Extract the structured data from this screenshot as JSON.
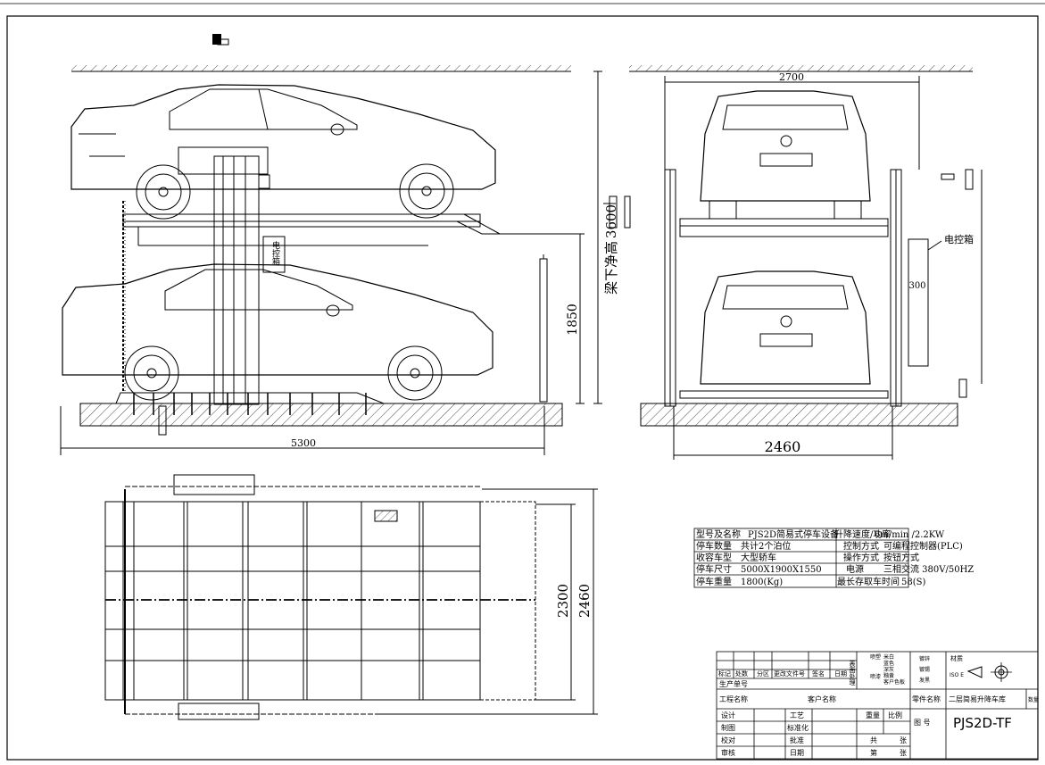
{
  "dimensions": {
    "side_length": "5300",
    "total_height": "3600",
    "beam_clearance_label": "梁下净高",
    "lower_height": "1850",
    "front_width_top": "2700",
    "front_width_bottom": "2460",
    "front_offset": "300",
    "plan_width_inner": "2300",
    "plan_width_outer": "2460"
  },
  "labels": {
    "control_box_side": "电控箱",
    "control_box_front": "电控箱"
  },
  "spec_table": [
    {
      "left": "型号及名称",
      "left_val": "PJS2D简易式停车设备",
      "right": "升降速度/功率",
      "right_val": "6m/min /2.2KW"
    },
    {
      "left": "停车数量",
      "left_val": "共计2个泊位",
      "right": "控制方式",
      "right_val": "可编程控制器(PLC)"
    },
    {
      "left": "收容车型",
      "left_val": "大型轿车",
      "right": "操作方式",
      "right_val": "按钮方式"
    },
    {
      "left": "停车尺寸",
      "left_val": "5000X1900X1550",
      "right": "电源",
      "right_val": "三相交流   380V/50HZ"
    },
    {
      "left": "停车重量",
      "left_val": "1800(Kg)",
      "right": "最长存取车时间",
      "right_val": "58(S)"
    }
  ],
  "title_block": {
    "rev_headers": [
      "标记",
      "处数",
      "分区",
      "更改文件号",
      "签名",
      "日期"
    ],
    "production_no": "生产单号",
    "project_name": "工程名称",
    "customer_name": "客户名称",
    "part_name_label": "零件名称",
    "part_name": "二层简易升降车库",
    "qty_label": "数量",
    "drawing_no_label": "图  号",
    "drawing_no": "PJS2D-TF",
    "weight": "重量",
    "scale": "比例",
    "design": "设计",
    "draw": "制图",
    "check": "校对",
    "review": "审核",
    "process": "工艺",
    "standard": "标准化",
    "approve": "批准",
    "date": "日期",
    "total": "共",
    "sheet": "张",
    "page": "第",
    "page_sheet": "张",
    "surface_label": "表面处理",
    "surface_opts1": [
      "喷塑",
      "喷漆"
    ],
    "colors": [
      "米白",
      "蓝色",
      "深灰",
      "釉黄",
      "客户色板"
    ],
    "finish_opts": [
      "镀锌",
      "镀锡",
      "发黑"
    ],
    "material_label": "材质",
    "iso_label": "ISO E"
  }
}
